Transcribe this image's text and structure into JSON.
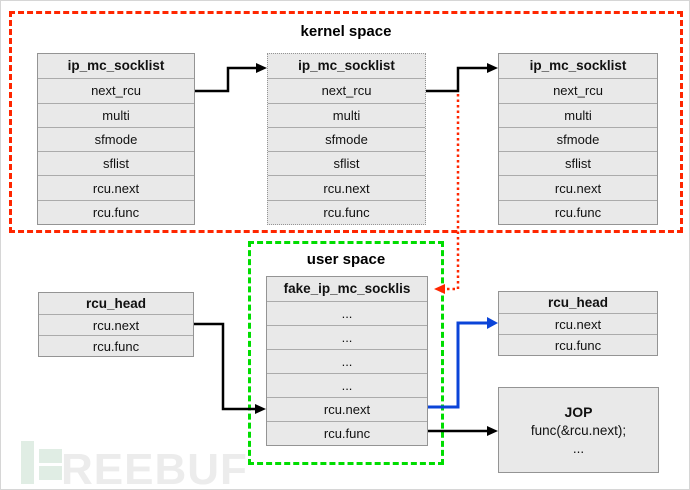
{
  "colors": {
    "kernel_border": "#ff2600",
    "user_border": "#00dd00",
    "pointer_black": "#000000",
    "pointer_blue": "#0b44d8",
    "pointer_red": "#ff2600",
    "cell_fill": "#e9e9e9",
    "cell_border": "#949494"
  },
  "kernel_space": {
    "label": "kernel space",
    "structs": [
      {
        "title": "ip_mc_socklist",
        "border": "solid",
        "rows": [
          "next_rcu",
          "multi",
          "sfmode",
          "sflist",
          "rcu.next",
          "rcu.func"
        ]
      },
      {
        "title": "ip_mc_socklist",
        "border": "dotted",
        "rows": [
          "next_rcu",
          "multi",
          "sfmode",
          "sflist",
          "rcu.next",
          "rcu.func"
        ]
      },
      {
        "title": "ip_mc_socklist",
        "border": "solid",
        "rows": [
          "next_rcu",
          "multi",
          "sfmode",
          "sflist",
          "rcu.next",
          "rcu.func"
        ]
      }
    ]
  },
  "user_space": {
    "label": "user space",
    "fake_struct": {
      "title": "fake_ip_mc_socklis",
      "rows": [
        "...",
        "...",
        "...",
        "...",
        "rcu.next",
        "rcu.func"
      ]
    }
  },
  "rcu_head_left": {
    "title": "rcu_head",
    "rows": [
      "rcu.next",
      "rcu.func"
    ]
  },
  "rcu_head_right": {
    "title": "rcu_head",
    "rows": [
      "rcu.next",
      "rcu.func"
    ]
  },
  "jop_box": {
    "title": "JOP",
    "line1": "func(&rcu.next);",
    "line2": "..."
  },
  "edges": [
    {
      "from": "ip_mc_socklist-1.next_rcu",
      "to": "ip_mc_socklist-2",
      "color": "#000000",
      "style": "solid"
    },
    {
      "from": "ip_mc_socklist-2.next_rcu",
      "to": "ip_mc_socklist-3",
      "color": "#000000",
      "style": "solid"
    },
    {
      "from": "ip_mc_socklist-2.next_rcu",
      "to": "fake_ip_mc_socklis",
      "color": "#ff2600",
      "style": "dotted"
    },
    {
      "from": "rcu_head_left.rcu.next",
      "to": "fake_ip_mc_socklis.rcu.next",
      "color": "#000000",
      "style": "solid"
    },
    {
      "from": "fake_ip_mc_socklis.rcu.next",
      "to": "rcu_head_right.rcu.next",
      "color": "#0b44d8",
      "style": "solid"
    },
    {
      "from": "fake_ip_mc_socklis.rcu.func",
      "to": "jop_box",
      "color": "#000000",
      "style": "solid"
    }
  ],
  "watermark": {
    "text": "REEBUF"
  }
}
